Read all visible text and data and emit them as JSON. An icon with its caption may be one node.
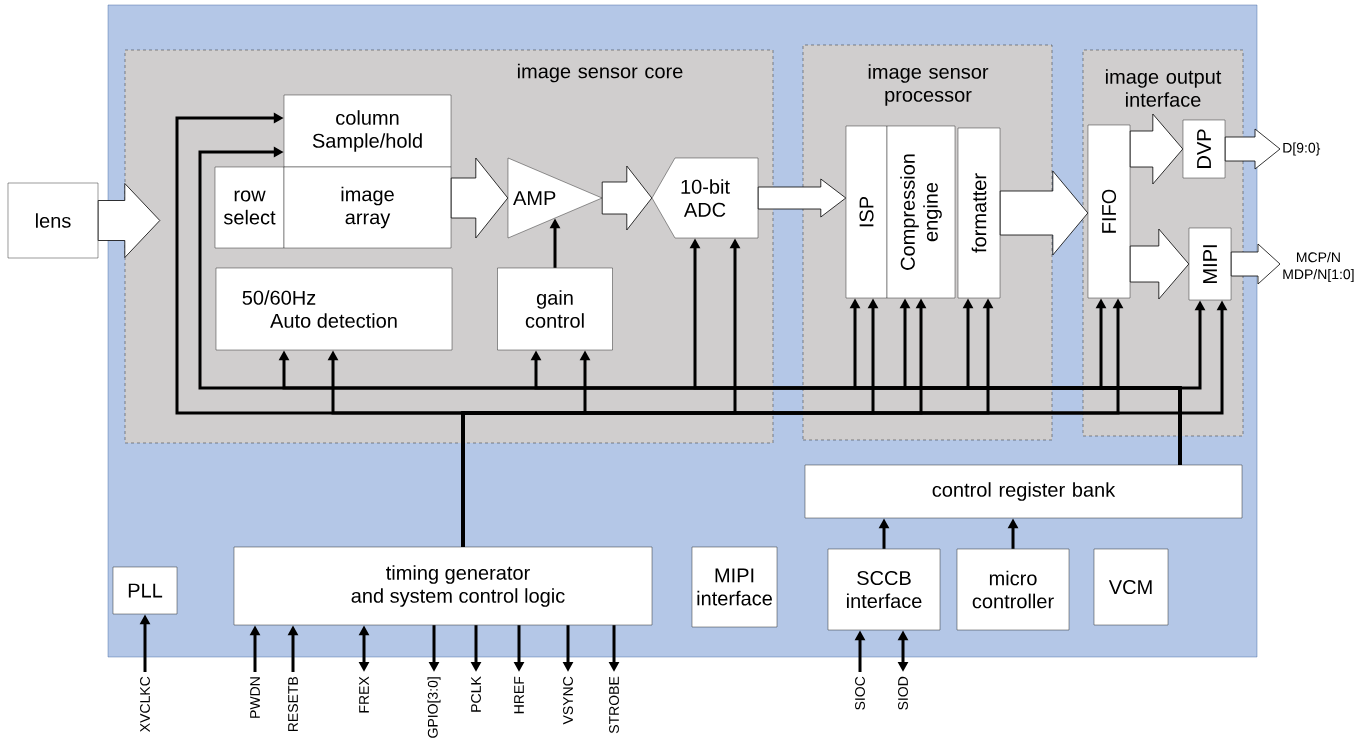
{
  "diagram": {
    "nodes": [
      {
        "text": [
          "lens"
        ]
      },
      {
        "text": [
          "image sensor core"
        ]
      },
      {
        "text": [
          "column Sample/hold"
        ],
        "in": 1
      },
      {
        "text": [
          "row select"
        ],
        "in": 1
      },
      {
        "text": [
          "image array"
        ],
        "in": 1
      },
      {
        "text": [
          "AMP"
        ],
        "in": 1
      },
      {
        "text": [
          "10-bit ADC"
        ],
        "in": 1
      },
      {
        "text": [
          "50/60Hz Auto detection"
        ],
        "in": 1
      },
      {
        "text": [
          "gain control"
        ],
        "in": 1
      },
      {
        "text": [
          "image sensor processor"
        ]
      },
      {
        "text": [
          "ISP"
        ],
        "in": 9
      },
      {
        "text": [
          "Compression engine"
        ],
        "in": 9
      },
      {
        "text": [
          "formatter"
        ],
        "in": 9
      },
      {
        "text": [
          "image output interface"
        ]
      },
      {
        "text": [
          "FIFO"
        ],
        "in": 13
      },
      {
        "text": [
          "DVP"
        ],
        "in": 13
      },
      {
        "text": [
          "MIPI"
        ],
        "in": 13
      },
      {
        "text": [
          "D[9:0}"
        ]
      },
      {
        "text": [
          "MCP/N",
          "MDP/N[1:0]"
        ]
      },
      {
        "text": [
          "control register bank"
        ]
      },
      {
        "text": [
          "PLL"
        ]
      },
      {
        "text": [
          "timing generator and system control logic"
        ]
      },
      {
        "text": [
          "MIPI interface"
        ]
      },
      {
        "text": [
          "SCCB interface"
        ]
      },
      {
        "text": [
          "micro controller"
        ]
      },
      {
        "text": [
          "VCM"
        ]
      },
      {
        "text": [
          "XVCLKC"
        ]
      },
      {
        "text": [
          "PWDN"
        ]
      },
      {
        "text": [
          "RESETB"
        ]
      },
      {
        "text": [
          "FREX"
        ]
      },
      {
        "text": [
          "GPIO[3:0]"
        ]
      },
      {
        "text": [
          "PCLK"
        ]
      },
      {
        "text": [
          "HREF"
        ]
      },
      {
        "text": [
          "VSYNC"
        ]
      },
      {
        "text": [
          "STROBE"
        ]
      },
      {
        "text": [
          "SIOC"
        ]
      },
      {
        "text": [
          "SIOD"
        ]
      }
    ],
    "edges": [
      {
        "from": 0,
        "to": 1,
        "arrow": "to",
        "style": "thick"
      },
      {
        "from": 4,
        "to": 5,
        "arrow": "to",
        "style": "thick"
      },
      {
        "from": 5,
        "to": 6,
        "arrow": "to",
        "style": "thick"
      },
      {
        "from": 6,
        "to": 10,
        "arrow": "to",
        "style": "thick"
      },
      {
        "from": 12,
        "to": 14,
        "arrow": "to",
        "style": "thick"
      },
      {
        "from": 14,
        "to": 15,
        "arrow": "to",
        "style": "thick"
      },
      {
        "from": 14,
        "to": 16,
        "arrow": "to",
        "style": "thick"
      },
      {
        "from": 15,
        "to": 17,
        "arrow": "to",
        "style": "thick"
      },
      {
        "from": 16,
        "to": 18,
        "arrow": "to",
        "style": "thick"
      },
      {
        "from": 8,
        "to": 5,
        "arrow": "to"
      },
      {
        "from": 21,
        "to": 2,
        "arrow": "to"
      },
      {
        "from": 21,
        "to": 7,
        "arrow": "to"
      },
      {
        "from": 21,
        "to": 8,
        "arrow": "to"
      },
      {
        "from": 21,
        "to": 6,
        "arrow": "to"
      },
      {
        "from": 21,
        "to": 10,
        "arrow": "to"
      },
      {
        "from": 21,
        "to": 11,
        "arrow": "to"
      },
      {
        "from": 21,
        "to": 12,
        "arrow": "to"
      },
      {
        "from": 21,
        "to": 14,
        "arrow": "to"
      },
      {
        "from": 21,
        "to": 16,
        "arrow": "to"
      },
      {
        "from": 19,
        "to": 2,
        "arrow": "to"
      },
      {
        "from": 19,
        "to": 7,
        "arrow": "to"
      },
      {
        "from": 19,
        "to": 8,
        "arrow": "to"
      },
      {
        "from": 19,
        "to": 6,
        "arrow": "to"
      },
      {
        "from": 19,
        "to": 10,
        "arrow": "to"
      },
      {
        "from": 19,
        "to": 11,
        "arrow": "to"
      },
      {
        "from": 19,
        "to": 12,
        "arrow": "to"
      },
      {
        "from": 19,
        "to": 14,
        "arrow": "to"
      },
      {
        "from": 19,
        "to": 16,
        "arrow": "to"
      },
      {
        "from": 23,
        "to": 19,
        "arrow": "to"
      },
      {
        "from": 24,
        "to": 19,
        "arrow": "to"
      },
      {
        "from": 26,
        "to": 20,
        "arrow": "to"
      },
      {
        "from": 27,
        "to": 21,
        "arrow": "to"
      },
      {
        "from": 28,
        "to": 21,
        "arrow": "to"
      },
      {
        "from": 29,
        "to": 21,
        "arrow": "both"
      },
      {
        "from": 21,
        "to": 30,
        "arrow": "to"
      },
      {
        "from": 21,
        "to": 31,
        "arrow": "to"
      },
      {
        "from": 21,
        "to": 32,
        "arrow": "to"
      },
      {
        "from": 21,
        "to": 33,
        "arrow": "to"
      },
      {
        "from": 21,
        "to": 34,
        "arrow": "to"
      },
      {
        "from": 35,
        "to": 23,
        "arrow": "to"
      },
      {
        "from": 36,
        "to": 23,
        "arrow": "both"
      }
    ]
  }
}
